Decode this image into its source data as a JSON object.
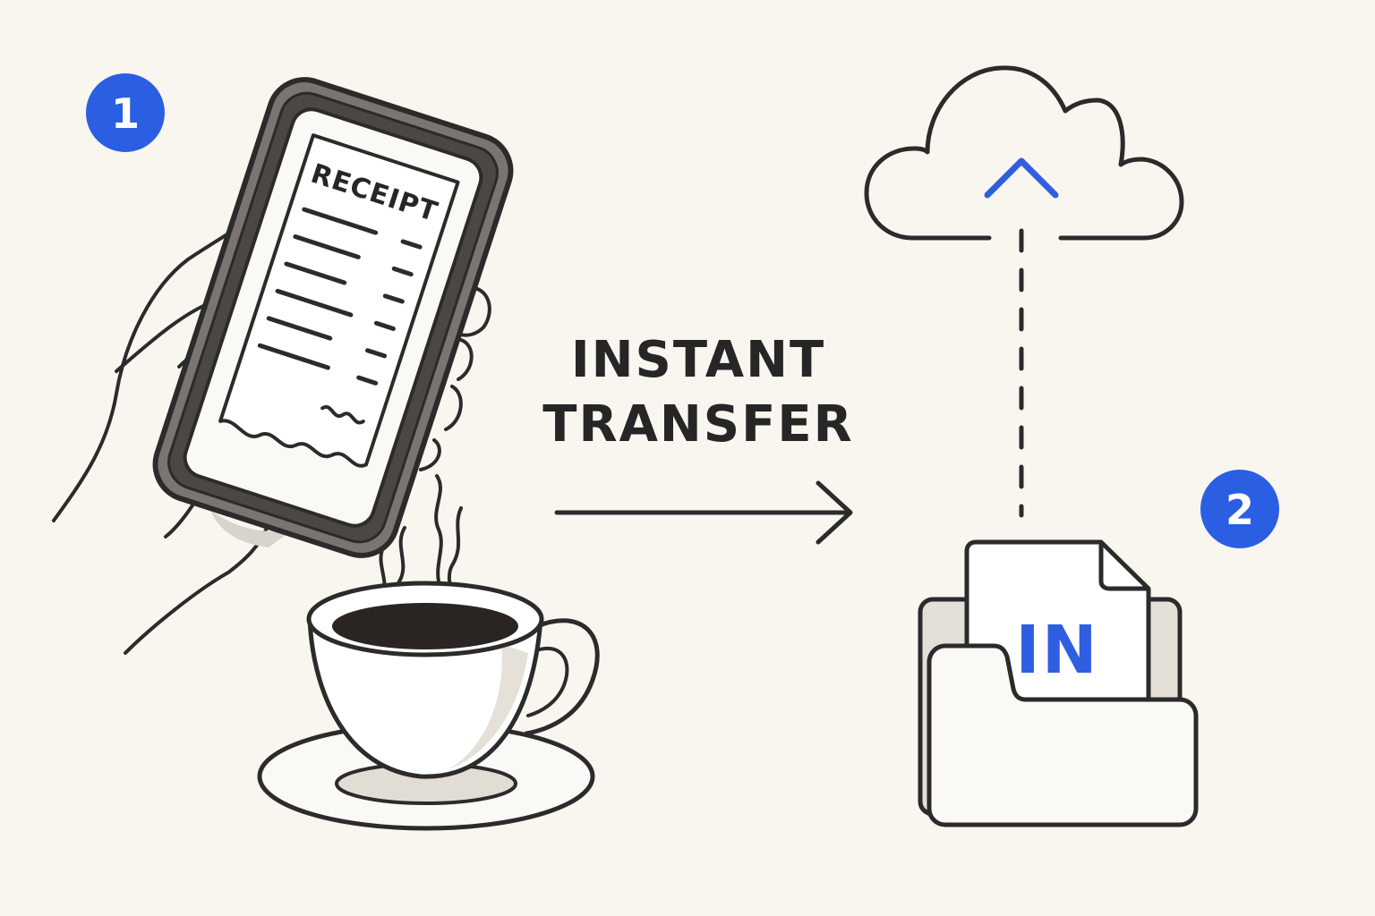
{
  "steps": [
    {
      "number": "1"
    },
    {
      "number": "2"
    }
  ],
  "phone": {
    "receipt_heading": "RECEIPT"
  },
  "transfer": {
    "line1": "INSTANT",
    "line2": "TRANSFER"
  },
  "inbox": {
    "label": "IN"
  },
  "icons": {
    "phone": "smartphone-icon",
    "hand": "hand-icon",
    "cup": "coffee-cup-icon",
    "arrow": "arrow-right-icon",
    "cloud": "cloud-upload-icon",
    "folder": "inbox-folder-icon"
  },
  "colors": {
    "background": "#f9f6f0",
    "ink": "#2b2b2b",
    "accent": "#2f5fe0",
    "badge": "#2b5fe3"
  }
}
